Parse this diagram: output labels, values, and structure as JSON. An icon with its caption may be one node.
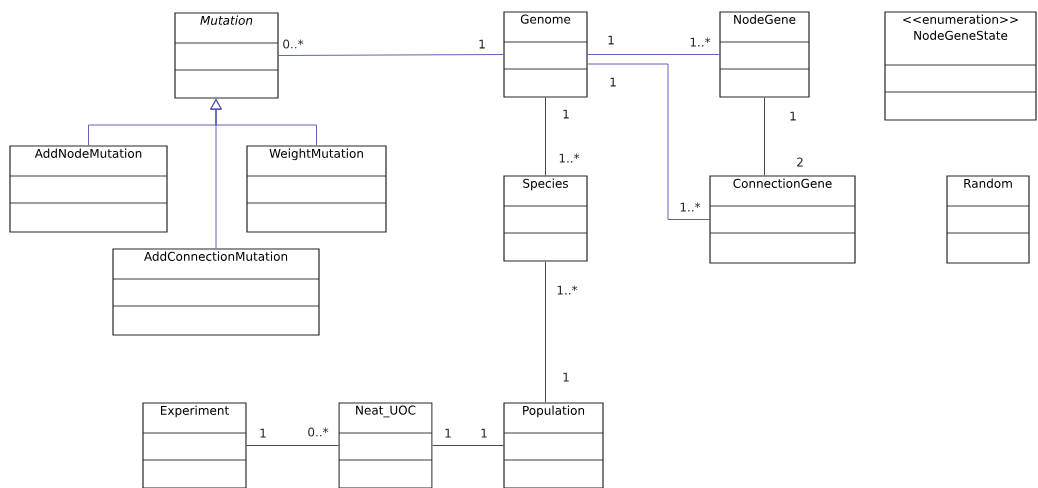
{
  "diagram": {
    "nodes": [
      {
        "text": [
          "Mutation"
        ]
      },
      {
        "text": [
          "Genome"
        ]
      },
      {
        "text": [
          "NodeGene"
        ]
      },
      {
        "text": [
          "<<enumeration>>",
          "NodeGeneState"
        ]
      },
      {
        "text": [
          "AddNodeMutation"
        ]
      },
      {
        "text": [
          "WeightMutation"
        ]
      },
      {
        "text": [
          "Species"
        ]
      },
      {
        "text": [
          "ConnectionGene"
        ]
      },
      {
        "text": [
          "Random"
        ]
      },
      {
        "text": [
          "AddConnectionMutation"
        ]
      },
      {
        "text": [
          "Experiment"
        ]
      },
      {
        "text": [
          "Neat_UOC"
        ]
      },
      {
        "text": [
          "Population"
        ]
      }
    ],
    "edges": [
      {
        "from": 0,
        "to": 1,
        "arrow": "none",
        "color": "#5050b0"
      },
      {
        "from": 4,
        "to": 0,
        "arrow": "to",
        "color": "#5050b0"
      },
      {
        "from": 5,
        "to": 0,
        "arrow": "to",
        "color": "#5050b0"
      },
      {
        "from": 9,
        "to": 0,
        "arrow": "to",
        "color": "#5050b0"
      },
      {
        "from": 1,
        "to": 2,
        "arrow": "none",
        "color": "#5050b0"
      },
      {
        "from": 1,
        "to": 7,
        "arrow": "none",
        "color": "#5050b0"
      },
      {
        "from": 1,
        "to": 6,
        "arrow": "none",
        "color": "#333333"
      },
      {
        "from": 2,
        "to": 7,
        "arrow": "none",
        "color": "#333333"
      },
      {
        "from": 6,
        "to": 12,
        "arrow": "none",
        "color": "#333333"
      },
      {
        "from": 10,
        "to": 11,
        "arrow": "none",
        "color": "#333333"
      },
      {
        "from": 11,
        "to": 12,
        "arrow": "none",
        "color": "#333333"
      }
    ],
    "labels": [
      "0..*",
      "1",
      "1",
      "1..*",
      "1",
      "1",
      "1..*",
      "1",
      "2",
      "1..*",
      "1..*",
      "1",
      "1",
      "0..*",
      "1",
      "1"
    ]
  }
}
